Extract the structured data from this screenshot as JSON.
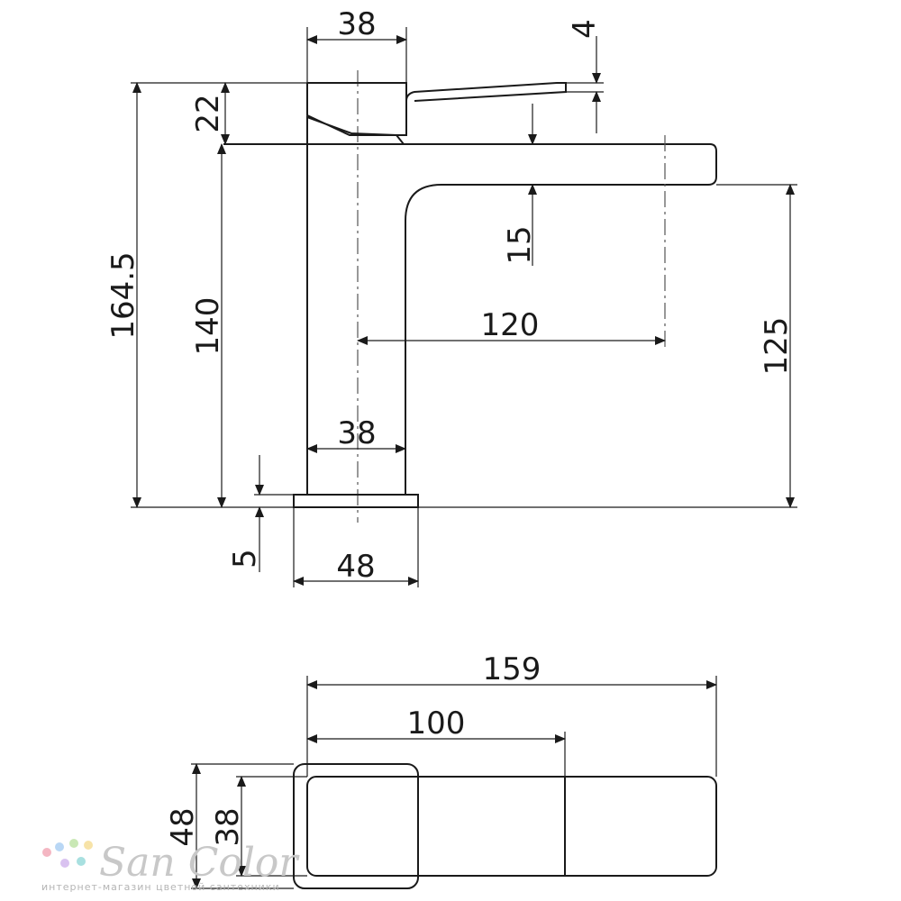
{
  "side_view": {
    "dims": {
      "handle_width": "38",
      "handle_thickness": "4",
      "handle_height": "22",
      "overall_height": "164.5",
      "body_height": "140",
      "spout_thickness": "15",
      "spout_reach": "120",
      "spout_outlet_height": "125",
      "body_width": "38",
      "base_thickness": "5",
      "base_width": "48"
    }
  },
  "top_view": {
    "dims": {
      "overall_length": "159",
      "handle_length": "100",
      "base_depth": "48",
      "body_depth": "38"
    }
  },
  "watermark": {
    "brand": "San Color",
    "tagline": "интернет-магазин цветной сантехники",
    "dot_colors": [
      "#f4b6c2",
      "#b9d7f5",
      "#c9e8b5",
      "#f7e3a8",
      "#d9c2f0",
      "#a8e0e0"
    ]
  }
}
